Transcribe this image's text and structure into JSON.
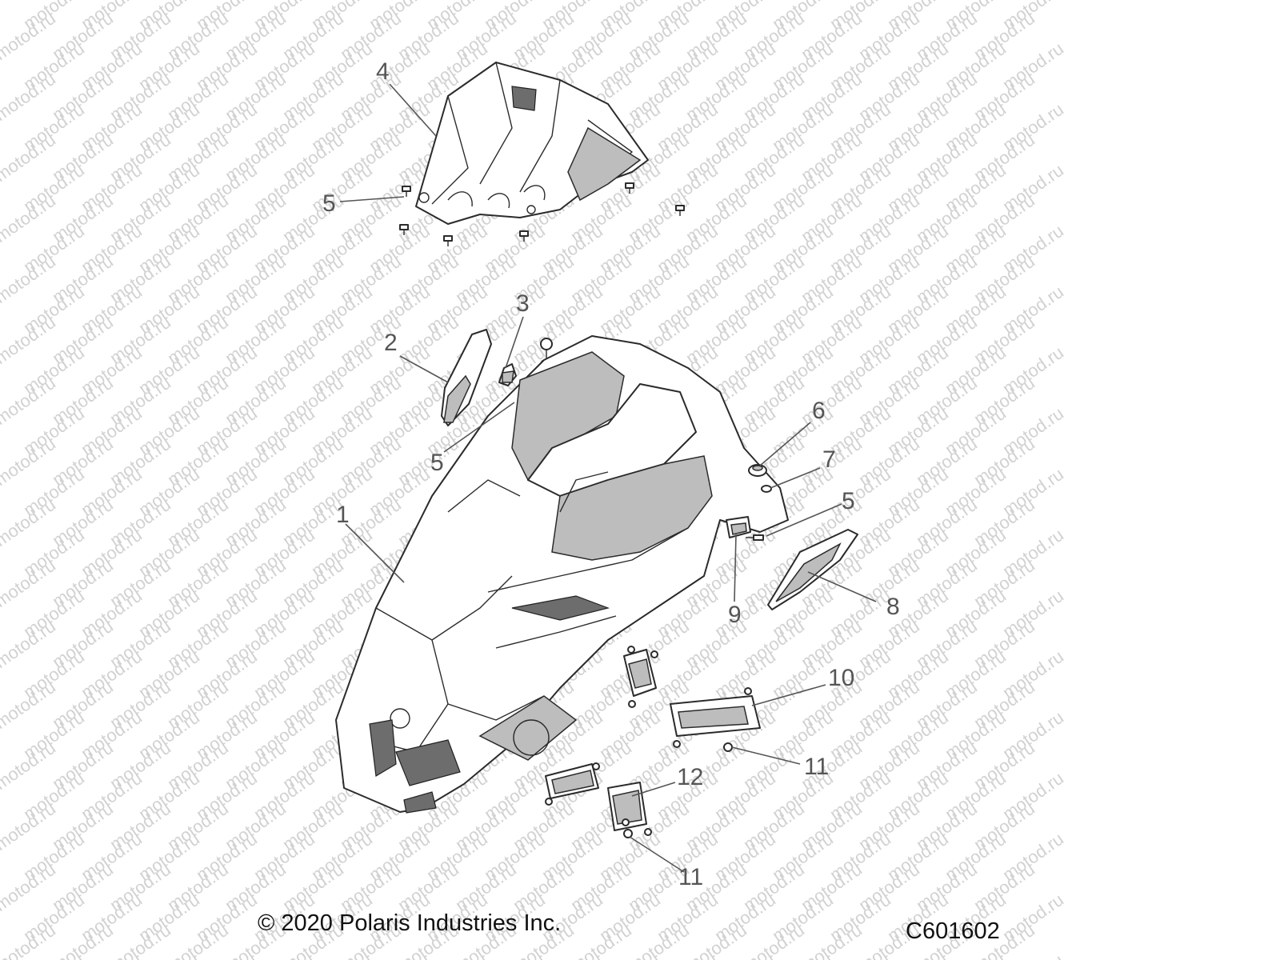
{
  "diagram": {
    "callouts": [
      {
        "id": "c4",
        "label": "4"
      },
      {
        "id": "c5a",
        "label": "5"
      },
      {
        "id": "c3",
        "label": "3"
      },
      {
        "id": "c2",
        "label": "2"
      },
      {
        "id": "c5b",
        "label": "5"
      },
      {
        "id": "c6",
        "label": "6"
      },
      {
        "id": "c7",
        "label": "7"
      },
      {
        "id": "c5c",
        "label": "5"
      },
      {
        "id": "c1",
        "label": "1"
      },
      {
        "id": "c9",
        "label": "9"
      },
      {
        "id": "c8",
        "label": "8"
      },
      {
        "id": "c10",
        "label": "10"
      },
      {
        "id": "c11a",
        "label": "11"
      },
      {
        "id": "c12",
        "label": "12"
      },
      {
        "id": "c11b",
        "label": "11"
      }
    ],
    "watermark_text": "motod.ru",
    "copyright": "© 2020 Polaris Industries Inc.",
    "figure_code": "C601602"
  }
}
